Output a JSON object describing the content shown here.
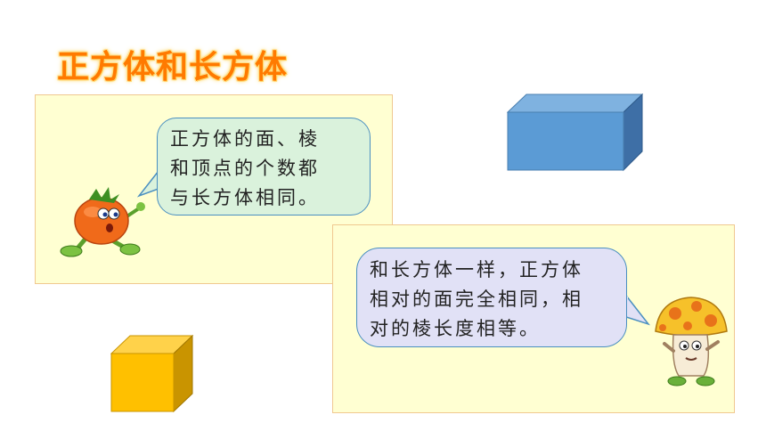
{
  "title": "正方体和长方体",
  "bubbles": {
    "tomato": {
      "lines": [
        "正方体的面、棱",
        "和顶点的个数都",
        "与长方体相同。"
      ]
    },
    "mushroom": {
      "lines": [
        "和长方体一样，正方体",
        "相对的面完全相同，相",
        "对的棱长度相等。"
      ]
    }
  },
  "colors": {
    "title": "#ff7a00",
    "panel": "#ffffd2",
    "cuboid": "#5b9bd5",
    "cube": "#ffc000"
  },
  "icons": [
    "tomato-character-icon",
    "mushroom-character-icon",
    "cuboid-icon",
    "cube-icon"
  ]
}
